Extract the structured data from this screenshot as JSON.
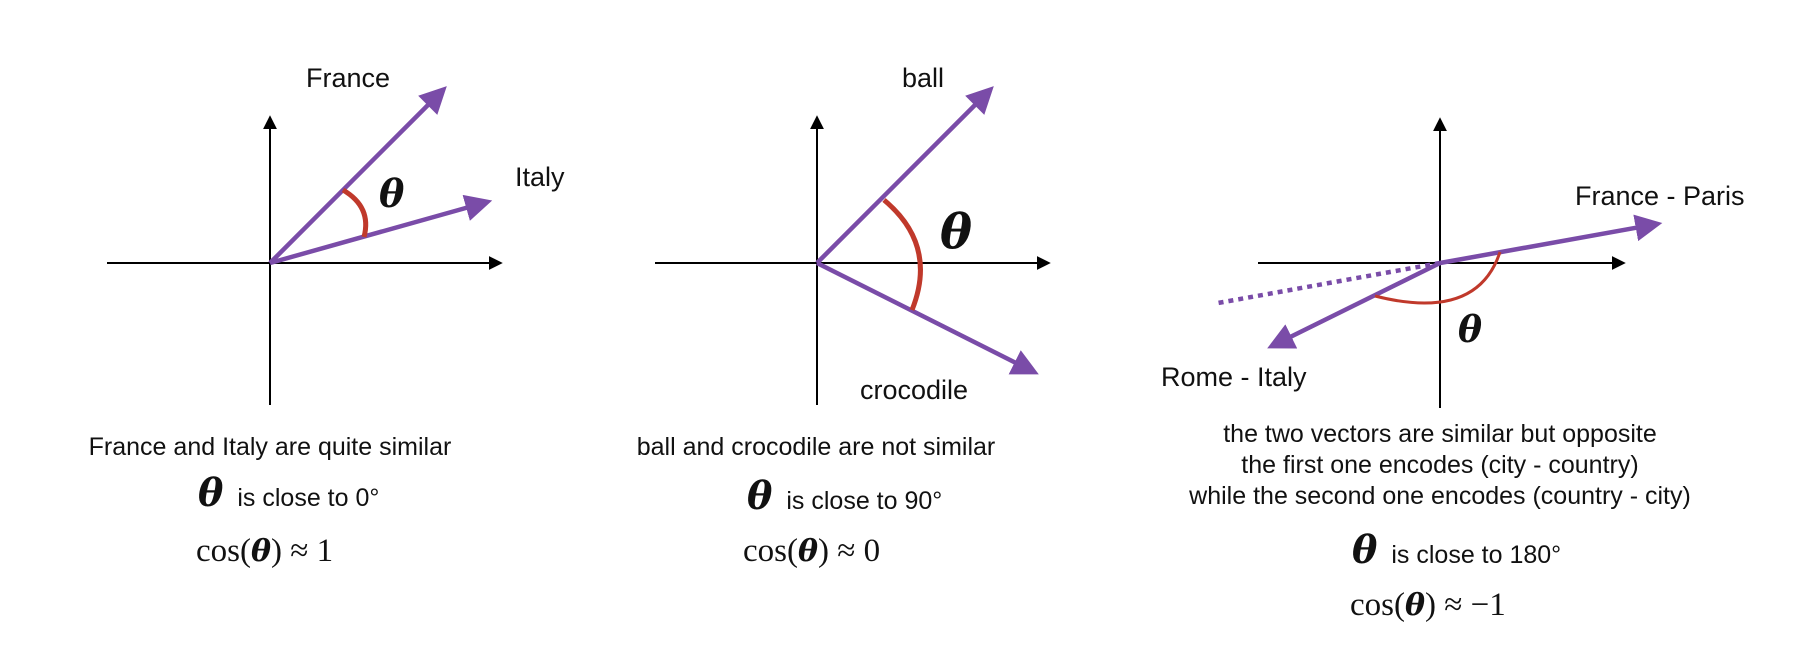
{
  "colors": {
    "vector": "#7a4ca8",
    "angle": "#c0392b",
    "axis": "#000000"
  },
  "panels": [
    {
      "labels": {
        "v1": "France",
        "v2": "Italy"
      },
      "caption": [
        "France and Italy are quite similar"
      ],
      "theta_text": "is close to 0°",
      "cos_value": "1"
    },
    {
      "labels": {
        "v1": "ball",
        "v2": "crocodile"
      },
      "caption": [
        "ball and crocodile are not similar"
      ],
      "theta_text": "is close to 90°",
      "cos_value": "0"
    },
    {
      "labels": {
        "v1": "France - Paris",
        "v2": "Rome - Italy"
      },
      "caption": [
        "the two vectors are similar but opposite",
        "the first one encodes (city - country)",
        "while the second one encodes (country - city)"
      ],
      "theta_text": "is close to 180°",
      "cos_value": "−1"
    }
  ],
  "symbols": {
    "theta": "θ",
    "cos_prefix": "cos(",
    "cos_suffix": ") ≈ "
  }
}
